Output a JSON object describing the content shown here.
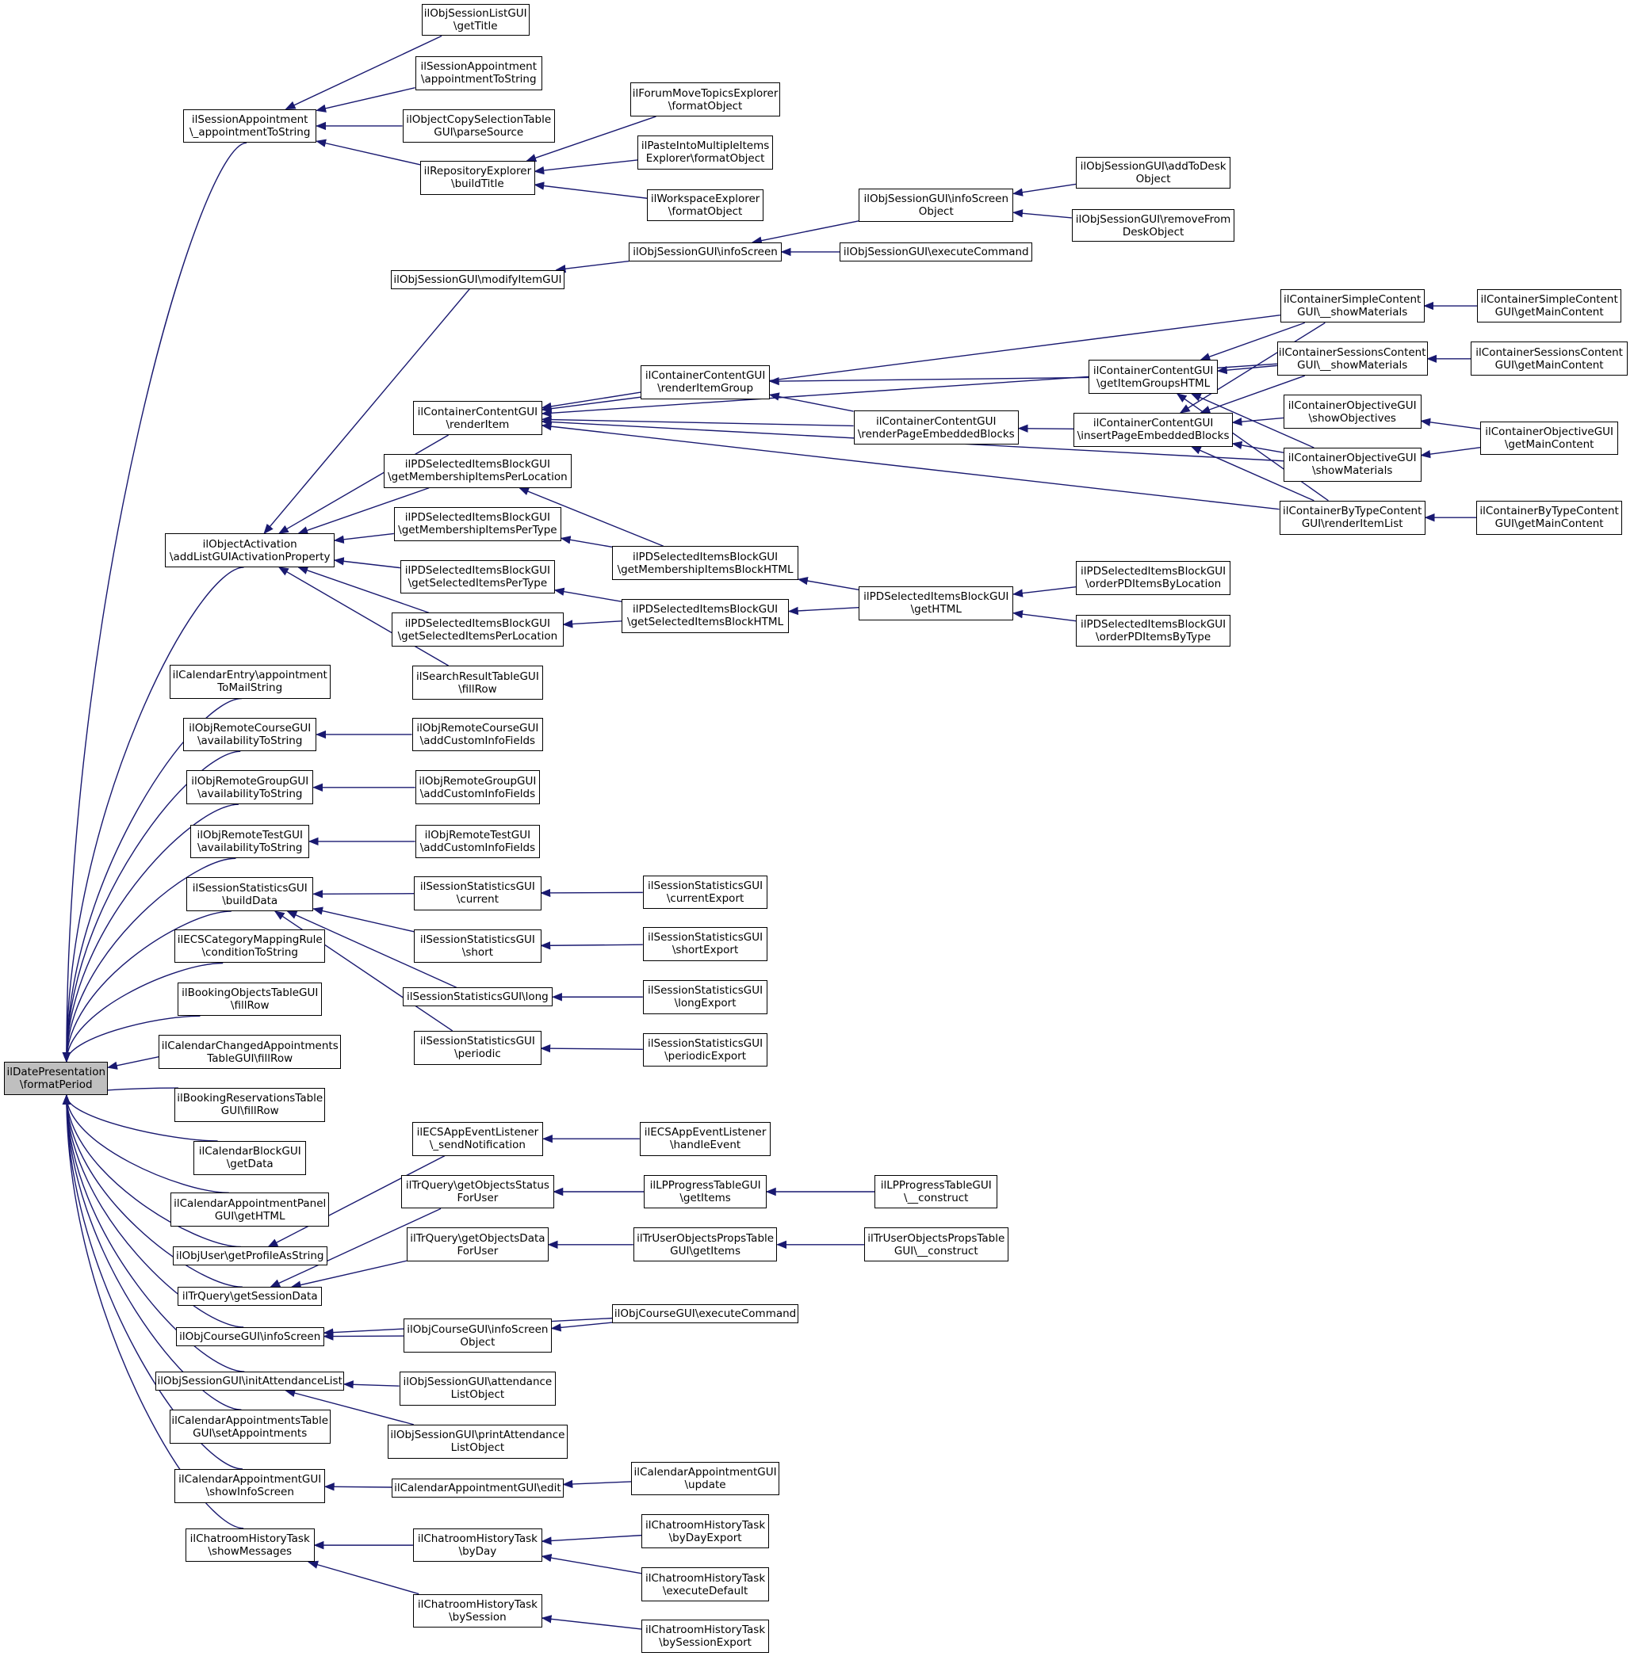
{
  "graph": {
    "edge_color": "#191970",
    "root_fill": "#bfbfbf",
    "nodes": [
      {
        "id": "root",
        "lines": [
          "ilDatePresentation",
          "\\formatPeriod"
        ],
        "root": true
      },
      {
        "id": "sa_ats",
        "lines": [
          "ilSessionAppointment",
          "\\_appointmentToString"
        ]
      },
      {
        "id": "osl_gt",
        "lines": [
          "ilObjSessionListGUI",
          "\\getTitle"
        ]
      },
      {
        "id": "sa_ats2",
        "lines": [
          "ilSessionAppointment",
          "\\appointmentToString"
        ]
      },
      {
        "id": "ocst_ps",
        "lines": [
          "ilObjectCopySelectionTable",
          "GUI\\parseSource"
        ]
      },
      {
        "id": "re_bt",
        "lines": [
          "ilRepositoryExplorer",
          "\\buildTitle"
        ]
      },
      {
        "id": "fmte_fo",
        "lines": [
          "ilForumMoveTopicsExplorer",
          "\\formatObject"
        ]
      },
      {
        "id": "pimie_fo",
        "lines": [
          "ilPasteIntoMultipleItems",
          "Explorer\\formatObject"
        ]
      },
      {
        "id": "wse_fo",
        "lines": [
          "ilWorkspaceExplorer",
          "\\formatObject"
        ]
      },
      {
        "id": "os_isObj",
        "lines": [
          "ilObjSessionGUI\\infoScreen",
          "Object"
        ]
      },
      {
        "id": "os_atd",
        "lines": [
          "ilObjSessionGUI\\addToDesk",
          "Object"
        ]
      },
      {
        "id": "os_rfd",
        "lines": [
          "ilObjSessionGUI\\removeFrom",
          "DeskObject"
        ]
      },
      {
        "id": "os_is",
        "lines": [
          "ilObjSessionGUI\\infoScreen"
        ]
      },
      {
        "id": "os_ec",
        "lines": [
          "ilObjSessionGUI\\executeCommand"
        ]
      },
      {
        "id": "os_mig",
        "lines": [
          "ilObjSessionGUI\\modifyItemGUI"
        ]
      },
      {
        "id": "csc_sm",
        "lines": [
          "ilContainerSimpleContent",
          "GUI\\__showMaterials"
        ]
      },
      {
        "id": "csc_gmc",
        "lines": [
          "ilContainerSimpleContent",
          "GUI\\getMainContent"
        ]
      },
      {
        "id": "cssc_sm",
        "lines": [
          "ilContainerSessionsContent",
          "GUI\\__showMaterials"
        ]
      },
      {
        "id": "cssc_gmc",
        "lines": [
          "ilContainerSessionsContent",
          "GUI\\getMainContent"
        ]
      },
      {
        "id": "cc_rig",
        "lines": [
          "ilContainerContentGUI",
          "\\renderItemGroup"
        ]
      },
      {
        "id": "cc_gigh",
        "lines": [
          "ilContainerContentGUI",
          "\\getItemGroupsHTML"
        ]
      },
      {
        "id": "cc_ri",
        "lines": [
          "ilContainerContentGUI",
          "\\renderItem"
        ]
      },
      {
        "id": "cc_rpeb",
        "lines": [
          "ilContainerContentGUI",
          "\\renderPageEmbeddedBlocks"
        ]
      },
      {
        "id": "cc_ipeb",
        "lines": [
          "ilContainerContentGUI",
          "\\insertPageEmbeddedBlocks"
        ]
      },
      {
        "id": "co_so",
        "lines": [
          "ilContainerObjectiveGUI",
          "\\showObjectives"
        ]
      },
      {
        "id": "co_sm",
        "lines": [
          "ilContainerObjectiveGUI",
          "\\showMaterials"
        ]
      },
      {
        "id": "co_gmc",
        "lines": [
          "ilContainerObjectiveGUI",
          "\\getMainContent"
        ]
      },
      {
        "id": "pds_gmipl",
        "lines": [
          "ilPDSelectedItemsBlockGUI",
          "\\getMembershipItemsPerLocation"
        ]
      },
      {
        "id": "cbt_ril",
        "lines": [
          "ilContainerByTypeContent",
          "GUI\\renderItemList"
        ]
      },
      {
        "id": "cbt_gmc",
        "lines": [
          "ilContainerByTypeContent",
          "GUI\\getMainContent"
        ]
      },
      {
        "id": "oa_algap",
        "lines": [
          "ilObjectActivation",
          "\\addListGUIActivationProperty"
        ]
      },
      {
        "id": "pds_gmipt",
        "lines": [
          "ilPDSelectedItemsBlockGUI",
          "\\getMembershipItemsPerType"
        ]
      },
      {
        "id": "pds_gmibh",
        "lines": [
          "ilPDSelectedItemsBlockGUI",
          "\\getMembershipItemsBlockHTML"
        ]
      },
      {
        "id": "pds_gsipt",
        "lines": [
          "ilPDSelectedItemsBlockGUI",
          "\\getSelectedItemsPerType"
        ]
      },
      {
        "id": "pds_gh",
        "lines": [
          "ilPDSelectedItemsBlockGUI",
          "\\getHTML"
        ]
      },
      {
        "id": "pds_opdl",
        "lines": [
          "ilPDSelectedItemsBlockGUI",
          "\\orderPDItemsByLocation"
        ]
      },
      {
        "id": "pds_gsipl",
        "lines": [
          "ilPDSelectedItemsBlockGUI",
          "\\getSelectedItemsPerLocation"
        ]
      },
      {
        "id": "pds_gsibh",
        "lines": [
          "ilPDSelectedItemsBlockGUI",
          "\\getSelectedItemsBlockHTML"
        ]
      },
      {
        "id": "pds_opdt",
        "lines": [
          "ilPDSelectedItemsBlockGUI",
          "\\orderPDItemsByType"
        ]
      },
      {
        "id": "srt_fr",
        "lines": [
          "ilSearchResultTableGUI",
          "\\fillRow"
        ]
      },
      {
        "id": "ce_atm",
        "lines": [
          "ilCalendarEntry\\appointment",
          "ToMailString"
        ]
      },
      {
        "id": "orc_ats",
        "lines": [
          "ilObjRemoteCourseGUI",
          "\\availabilityToString"
        ]
      },
      {
        "id": "orc_acif",
        "lines": [
          "ilObjRemoteCourseGUI",
          "\\addCustomInfoFields"
        ]
      },
      {
        "id": "org_ats",
        "lines": [
          "ilObjRemoteGroupGUI",
          "\\availabilityToString"
        ]
      },
      {
        "id": "org_acif",
        "lines": [
          "ilObjRemoteGroupGUI",
          "\\addCustomInfoFields"
        ]
      },
      {
        "id": "ort_ats",
        "lines": [
          "ilObjRemoteTestGUI",
          "\\availabilityToString"
        ]
      },
      {
        "id": "ort_acif",
        "lines": [
          "ilObjRemoteTestGUI",
          "\\addCustomInfoFields"
        ]
      },
      {
        "id": "ss_bd",
        "lines": [
          "ilSessionStatisticsGUI",
          "\\buildData"
        ]
      },
      {
        "id": "ss_cur",
        "lines": [
          "ilSessionStatisticsGUI",
          "\\current"
        ]
      },
      {
        "id": "ss_cex",
        "lines": [
          "ilSessionStatisticsGUI",
          "\\currentExport"
        ]
      },
      {
        "id": "ss_sh",
        "lines": [
          "ilSessionStatisticsGUI",
          "\\short"
        ]
      },
      {
        "id": "ss_shex",
        "lines": [
          "ilSessionStatisticsGUI",
          "\\shortExport"
        ]
      },
      {
        "id": "ss_lo",
        "lines": [
          "ilSessionStatisticsGUI\\long"
        ]
      },
      {
        "id": "ss_loex",
        "lines": [
          "ilSessionStatisticsGUI",
          "\\longExport"
        ]
      },
      {
        "id": "ss_pe",
        "lines": [
          "ilSessionStatisticsGUI",
          "\\periodic"
        ]
      },
      {
        "id": "ss_peex",
        "lines": [
          "ilSessionStatisticsGUI",
          "\\periodicExport"
        ]
      },
      {
        "id": "ecs_cmr",
        "lines": [
          "ilECSCategoryMappingRule",
          "\\conditionToString"
        ]
      },
      {
        "id": "bot_fr",
        "lines": [
          "ilBookingObjectsTableGUI",
          "\\fillRow"
        ]
      },
      {
        "id": "cca_fr",
        "lines": [
          "ilCalendarChangedAppointments",
          "TableGUI\\fillRow"
        ]
      },
      {
        "id": "brt_fr",
        "lines": [
          "ilBookingReservationsTable",
          "GUI\\fillRow"
        ]
      },
      {
        "id": "cb_gd",
        "lines": [
          "ilCalendarBlockGUI",
          "\\getData"
        ]
      },
      {
        "id": "cap_gh",
        "lines": [
          "ilCalendarAppointmentPanel",
          "GUI\\getHTML"
        ]
      },
      {
        "id": "ou_gpas",
        "lines": [
          "ilObjUser\\getProfileAsString"
        ]
      },
      {
        "id": "ecsl_sn",
        "lines": [
          "ilECSAppEventListener",
          "\\_sendNotification"
        ]
      },
      {
        "id": "ecsl_he",
        "lines": [
          "ilECSAppEventListener",
          "\\handleEvent"
        ]
      },
      {
        "id": "trq_gsd",
        "lines": [
          "ilTrQuery\\getSessionData"
        ]
      },
      {
        "id": "trq_gosfu",
        "lines": [
          "ilTrQuery\\getObjectsStatus",
          "ForUser"
        ]
      },
      {
        "id": "lpp_gi",
        "lines": [
          "ilLPProgressTableGUI",
          "\\getItems"
        ]
      },
      {
        "id": "lpp_c",
        "lines": [
          "ilLPProgressTableGUI",
          "\\__construct"
        ]
      },
      {
        "id": "trq_godfu",
        "lines": [
          "ilTrQuery\\getObjectsData",
          "ForUser"
        ]
      },
      {
        "id": "truop_gi",
        "lines": [
          "ilTrUserObjectsPropsTable",
          "GUI\\getItems"
        ]
      },
      {
        "id": "truop_c",
        "lines": [
          "ilTrUserObjectsPropsTable",
          "GUI\\__construct"
        ]
      },
      {
        "id": "oc_is",
        "lines": [
          "ilObjCourseGUI\\infoScreen"
        ]
      },
      {
        "id": "oc_ec",
        "lines": [
          "ilObjCourseGUI\\executeCommand"
        ]
      },
      {
        "id": "oc_iso",
        "lines": [
          "ilObjCourseGUI\\infoScreen",
          "Object"
        ]
      },
      {
        "id": "os_ial",
        "lines": [
          "ilObjSessionGUI\\initAttendanceList"
        ]
      },
      {
        "id": "os_alo",
        "lines": [
          "ilObjSessionGUI\\attendance",
          "ListObject"
        ]
      },
      {
        "id": "os_palo",
        "lines": [
          "ilObjSessionGUI\\printAttendance",
          "ListObject"
        ]
      },
      {
        "id": "cat_sa",
        "lines": [
          "ilCalendarAppointmentsTable",
          "GUI\\setAppointments"
        ]
      },
      {
        "id": "ca_sis",
        "lines": [
          "ilCalendarAppointmentGUI",
          "\\showInfoScreen"
        ]
      },
      {
        "id": "ca_ed",
        "lines": [
          "ilCalendarAppointmentGUI\\edit"
        ]
      },
      {
        "id": "ca_up",
        "lines": [
          "ilCalendarAppointmentGUI",
          "\\update"
        ]
      },
      {
        "id": "cht_sm",
        "lines": [
          "ilChatroomHistoryTask",
          "\\showMessages"
        ]
      },
      {
        "id": "cht_bd",
        "lines": [
          "ilChatroomHistoryTask",
          "\\byDay"
        ]
      },
      {
        "id": "cht_bde",
        "lines": [
          "ilChatroomHistoryTask",
          "\\byDayExport"
        ]
      },
      {
        "id": "cht_ed",
        "lines": [
          "ilChatroomHistoryTask",
          "\\executeDefault"
        ]
      },
      {
        "id": "cht_bs",
        "lines": [
          "ilChatroomHistoryTask",
          "\\bySession"
        ]
      },
      {
        "id": "cht_bse",
        "lines": [
          "ilChatroomHistoryTask",
          "\\bySessionExport"
        ]
      }
    ],
    "edges": [
      [
        "sa_ats",
        "root"
      ],
      [
        "oa_algap",
        "root"
      ],
      [
        "ce_atm",
        "root"
      ],
      [
        "orc_ats",
        "root"
      ],
      [
        "org_ats",
        "root"
      ],
      [
        "ort_ats",
        "root"
      ],
      [
        "ss_bd",
        "root"
      ],
      [
        "ecs_cmr",
        "root"
      ],
      [
        "bot_fr",
        "root"
      ],
      [
        "cca_fr",
        "root"
      ],
      [
        "brt_fr",
        "root"
      ],
      [
        "cb_gd",
        "root"
      ],
      [
        "cap_gh",
        "root"
      ],
      [
        "ou_gpas",
        "root"
      ],
      [
        "trq_gsd",
        "root"
      ],
      [
        "oc_is",
        "root"
      ],
      [
        "os_ial",
        "root"
      ],
      [
        "cat_sa",
        "root"
      ],
      [
        "ca_sis",
        "root"
      ],
      [
        "cht_sm",
        "root"
      ],
      [
        "osl_gt",
        "sa_ats"
      ],
      [
        "sa_ats2",
        "sa_ats"
      ],
      [
        "ocst_ps",
        "sa_ats"
      ],
      [
        "re_bt",
        "sa_ats"
      ],
      [
        "fmte_fo",
        "re_bt"
      ],
      [
        "pimie_fo",
        "re_bt"
      ],
      [
        "wse_fo",
        "re_bt"
      ],
      [
        "os_mig",
        "oa_algap"
      ],
      [
        "cc_ri",
        "oa_algap"
      ],
      [
        "pds_gmipl",
        "oa_algap"
      ],
      [
        "pds_gmipt",
        "oa_algap"
      ],
      [
        "pds_gsipt",
        "oa_algap"
      ],
      [
        "pds_gsipl",
        "oa_algap"
      ],
      [
        "srt_fr",
        "oa_algap"
      ],
      [
        "os_is",
        "os_mig"
      ],
      [
        "os_isObj",
        "os_is"
      ],
      [
        "os_ec",
        "os_is"
      ],
      [
        "os_atd",
        "os_isObj"
      ],
      [
        "os_rfd",
        "os_isObj"
      ],
      [
        "csc_sm",
        "cc_ri"
      ],
      [
        "cssc_sm",
        "cc_ri"
      ],
      [
        "cc_rig",
        "cc_ri"
      ],
      [
        "cc_rpeb",
        "cc_ri"
      ],
      [
        "co_sm",
        "cc_ri"
      ],
      [
        "cbt_ril",
        "cc_ri"
      ],
      [
        "cc_gigh",
        "cc_rig"
      ],
      [
        "cc_rpeb",
        "cc_rig"
      ],
      [
        "cc_ipeb",
        "cc_rpeb"
      ],
      [
        "csc_sm",
        "cc_gigh"
      ],
      [
        "cssc_sm",
        "cc_gigh"
      ],
      [
        "co_sm",
        "cc_gigh"
      ],
      [
        "cbt_ril",
        "cc_gigh"
      ],
      [
        "csc_sm",
        "cc_ipeb"
      ],
      [
        "cssc_sm",
        "cc_ipeb"
      ],
      [
        "co_so",
        "cc_ipeb"
      ],
      [
        "co_sm",
        "cc_ipeb"
      ],
      [
        "cbt_ril",
        "cc_ipeb"
      ],
      [
        "csc_gmc",
        "csc_sm"
      ],
      [
        "cssc_gmc",
        "cssc_sm"
      ],
      [
        "co_gmc",
        "co_so"
      ],
      [
        "co_gmc",
        "co_sm"
      ],
      [
        "cbt_gmc",
        "cbt_ril"
      ],
      [
        "pds_gmibh",
        "pds_gmipl"
      ],
      [
        "pds_gmibh",
        "pds_gmipt"
      ],
      [
        "pds_gsibh",
        "pds_gsipt"
      ],
      [
        "pds_gsibh",
        "pds_gsipl"
      ],
      [
        "pds_gh",
        "pds_gmibh"
      ],
      [
        "pds_gh",
        "pds_gsibh"
      ],
      [
        "pds_opdl",
        "pds_gh"
      ],
      [
        "pds_opdt",
        "pds_gh"
      ],
      [
        "orc_acif",
        "orc_ats"
      ],
      [
        "org_acif",
        "org_ats"
      ],
      [
        "ort_acif",
        "ort_ats"
      ],
      [
        "ss_cur",
        "ss_bd"
      ],
      [
        "ss_sh",
        "ss_bd"
      ],
      [
        "ss_lo",
        "ss_bd"
      ],
      [
        "ss_pe",
        "ss_bd"
      ],
      [
        "ss_cex",
        "ss_cur"
      ],
      [
        "ss_shex",
        "ss_sh"
      ],
      [
        "ss_loex",
        "ss_lo"
      ],
      [
        "ss_peex",
        "ss_pe"
      ],
      [
        "ecsl_sn",
        "ou_gpas"
      ],
      [
        "ecsl_he",
        "ecsl_sn"
      ],
      [
        "trq_gosfu",
        "trq_gsd"
      ],
      [
        "trq_godfu",
        "trq_gsd"
      ],
      [
        "lpp_gi",
        "trq_gosfu"
      ],
      [
        "lpp_c",
        "lpp_gi"
      ],
      [
        "truop_gi",
        "trq_godfu"
      ],
      [
        "truop_c",
        "truop_gi"
      ],
      [
        "oc_ec",
        "oc_is"
      ],
      [
        "oc_iso",
        "oc_is"
      ],
      [
        "oc_ec",
        "oc_iso"
      ],
      [
        "os_alo",
        "os_ial"
      ],
      [
        "os_palo",
        "os_ial"
      ],
      [
        "ca_ed",
        "ca_sis"
      ],
      [
        "ca_up",
        "ca_ed"
      ],
      [
        "cht_bd",
        "cht_sm"
      ],
      [
        "cht_bs",
        "cht_sm"
      ],
      [
        "cht_bde",
        "cht_bd"
      ],
      [
        "cht_ed",
        "cht_bd"
      ],
      [
        "cht_bse",
        "cht_bs"
      ]
    ]
  }
}
